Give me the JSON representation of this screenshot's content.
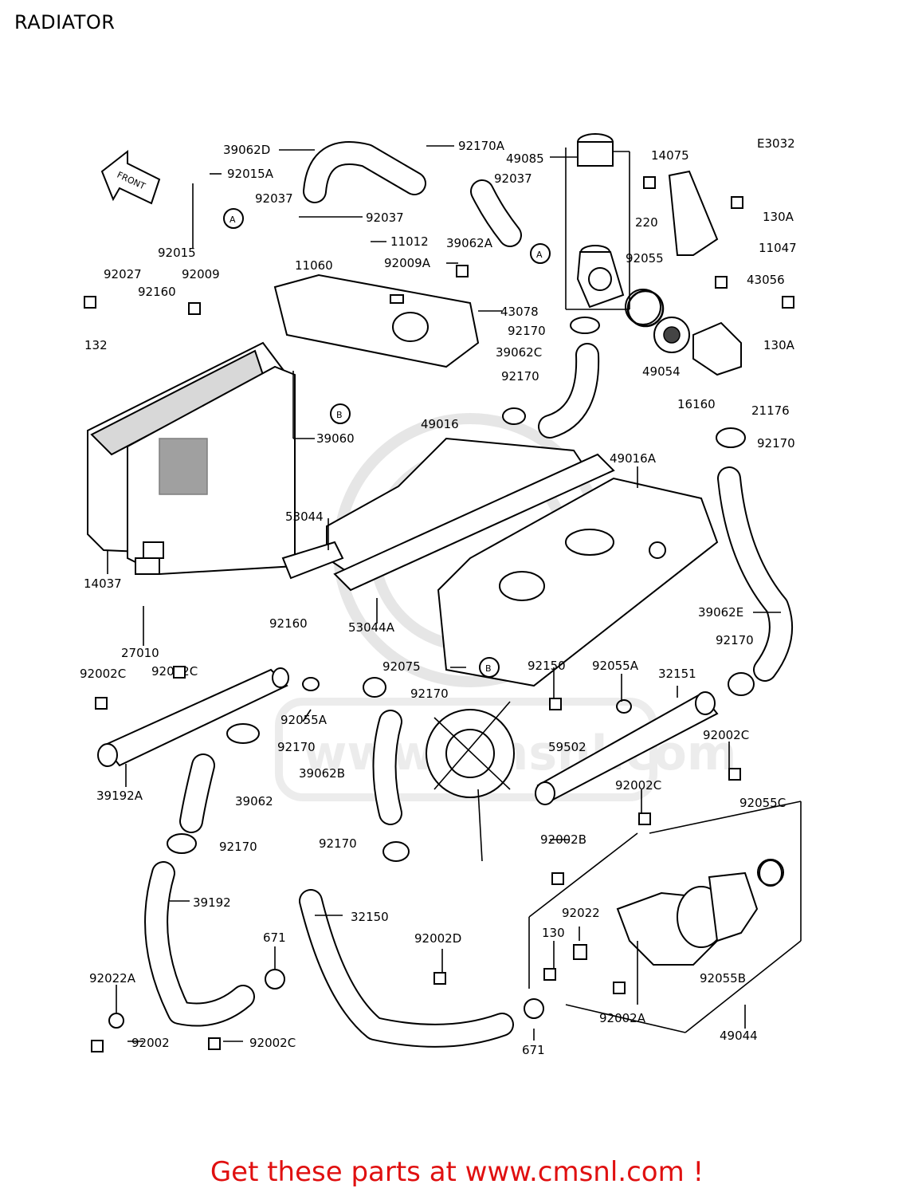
{
  "title": "RADIATOR",
  "diagram_code": "E3032",
  "front_label": "FRONT",
  "footer_text": "Get these parts at www.cmsnl.com !",
  "callouts": [
    "A",
    "B"
  ],
  "parts": [
    "39062D",
    "92170A",
    "49085",
    "14075",
    "92015A",
    "92037",
    "92015",
    "11012",
    "92009A",
    "39062A",
    "220",
    "130A",
    "11047",
    "92027",
    "92009",
    "92160",
    "11060",
    "43078",
    "92055",
    "43056",
    "132",
    "92170",
    "39062C",
    "49054",
    "16160",
    "21176",
    "39060",
    "49016",
    "49016A",
    "53044",
    "14037",
    "53044A",
    "39062E",
    "27010",
    "92002C",
    "92075",
    "92150",
    "92055A",
    "32151",
    "59502",
    "39192A",
    "39062",
    "39062B",
    "92002B",
    "92055C",
    "92022",
    "130",
    "92055B",
    "39192",
    "32150",
    "671",
    "92002D",
    "92022A",
    "92002",
    "92002A",
    "49044"
  ],
  "colors": {
    "footer": "#e01010",
    "line": "#000000",
    "watermark": "#e6e6e6"
  }
}
